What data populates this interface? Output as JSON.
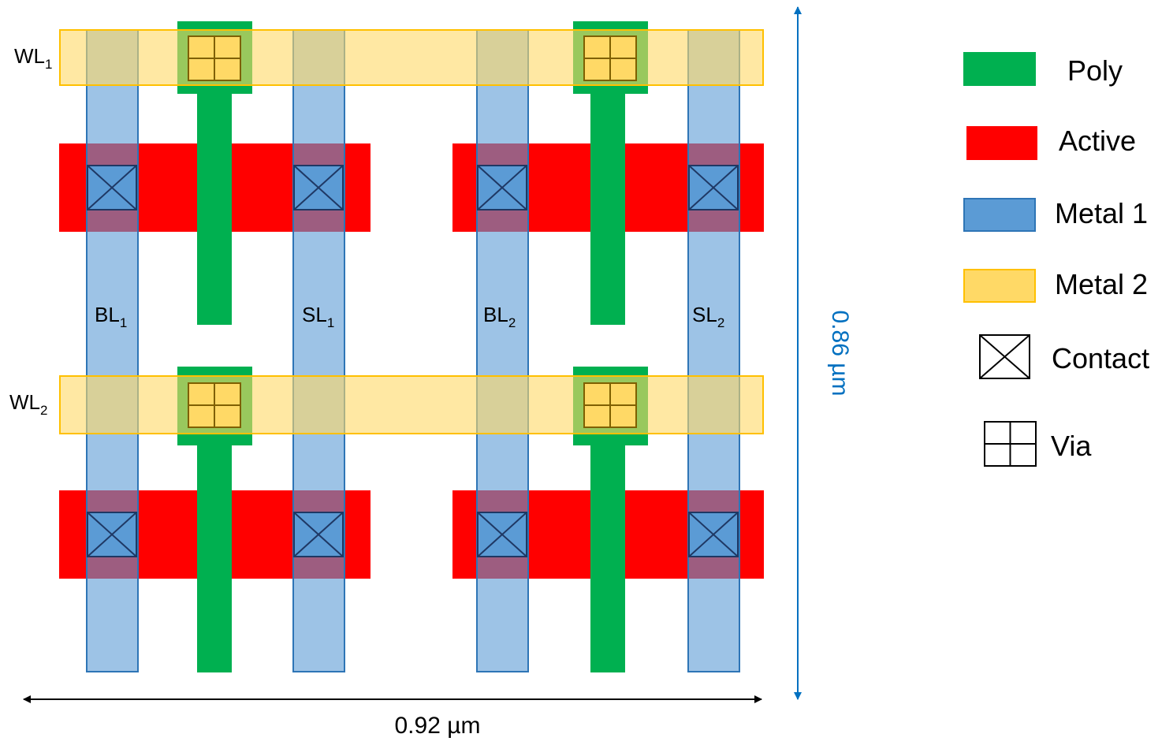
{
  "diagram": {
    "word_lines": [
      {
        "base": "WL",
        "sub": "1"
      },
      {
        "base": "WL",
        "sub": "2"
      }
    ],
    "columns": [
      {
        "base": "BL",
        "sub": "1"
      },
      {
        "base": "SL",
        "sub": "1"
      },
      {
        "base": "BL",
        "sub": "2"
      },
      {
        "base": "SL",
        "sub": "2"
      }
    ],
    "dimensions": {
      "width": "0.92 µm",
      "height": "0.86 µm"
    }
  },
  "legend": {
    "items": [
      {
        "key": "poly",
        "label": "Poly",
        "color": "#00b050"
      },
      {
        "key": "active",
        "label": "Active",
        "color": "#ff0000"
      },
      {
        "key": "metal1",
        "label": "Metal 1",
        "color": "#5b9bd5"
      },
      {
        "key": "metal2",
        "label": "Metal 2",
        "color": "#ffd966"
      },
      {
        "key": "contact",
        "label": "Contact",
        "color": "#ffffff"
      },
      {
        "key": "via",
        "label": "Via",
        "color": "#ffffff"
      }
    ]
  },
  "colors": {
    "poly": "#00b050",
    "active": "#ff0000",
    "metal1_fill": "#5b9bd5",
    "metal1_stroke": "#2e75b6",
    "metal2_fill": "#ffd966",
    "metal2_stroke": "#ffc000",
    "dimension_blue": "#0070c0"
  }
}
